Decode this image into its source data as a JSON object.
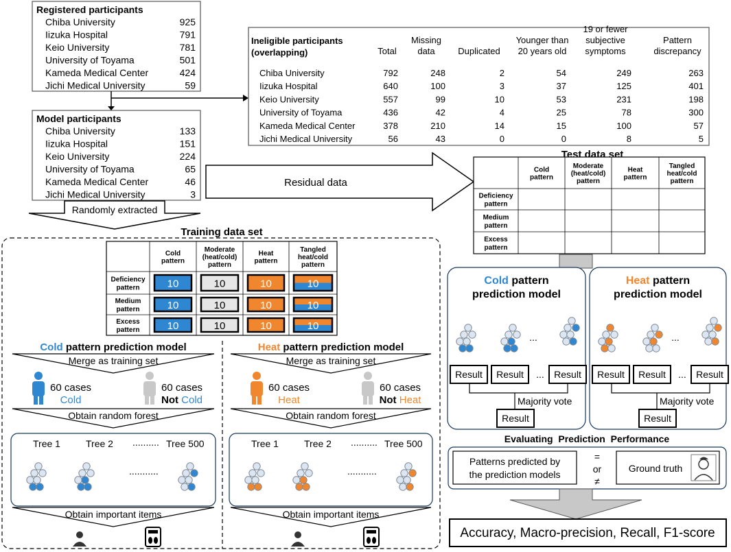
{
  "colors": {
    "cold": "#2f86d1",
    "heat": "#f0872f",
    "grey": "#c8c8c8",
    "tree_node": "#dbe6f2",
    "border": "#17365d"
  },
  "registered": {
    "title": "Registered participants",
    "rows": [
      {
        "name": "Chiba University",
        "value": "925"
      },
      {
        "name": "Iizuka Hospital",
        "value": "791"
      },
      {
        "name": "Keio University",
        "value": "781"
      },
      {
        "name": "University of Toyama",
        "value": "501"
      },
      {
        "name": "Kameda Medical Center",
        "value": "424"
      },
      {
        "name": "Jichi Medical University",
        "value": "59"
      }
    ]
  },
  "model": {
    "title": "Model participants",
    "rows": [
      {
        "name": "Chiba University",
        "value": "133"
      },
      {
        "name": "Iizuka Hospital",
        "value": "151"
      },
      {
        "name": "Keio University",
        "value": "224"
      },
      {
        "name": "University of Toyama",
        "value": "65"
      },
      {
        "name": "Kameda Medical Center",
        "value": "46"
      },
      {
        "name": "Jichi Medical University",
        "value": "3"
      }
    ]
  },
  "ineligible": {
    "title_line1": "Ineligible participants",
    "title_line2": "(overlapping)",
    "headers": [
      {
        "lines": [
          "Total"
        ]
      },
      {
        "lines": [
          "Missing",
          "data"
        ]
      },
      {
        "lines": [
          "Duplicated"
        ]
      },
      {
        "lines": [
          "Younger than",
          "20 years old"
        ]
      },
      {
        "lines": [
          "19 or fewer",
          "subjective",
          "symptoms"
        ]
      },
      {
        "lines": [
          "Pattern",
          "discrepancy"
        ]
      }
    ],
    "rows": [
      {
        "name": "Chiba University",
        "values": [
          "792",
          "248",
          "2",
          "54",
          "249",
          "263"
        ]
      },
      {
        "name": "Iizuka Hospital",
        "values": [
          "640",
          "100",
          "3",
          "37",
          "125",
          "401"
        ]
      },
      {
        "name": "Keio University",
        "values": [
          "557",
          "99",
          "10",
          "53",
          "231",
          "198"
        ]
      },
      {
        "name": "University of Toyama",
        "values": [
          "436",
          "42",
          "4",
          "25",
          "78",
          "300"
        ]
      },
      {
        "name": "Kameda Medical Center",
        "values": [
          "378",
          "210",
          "14",
          "15",
          "100",
          "57"
        ]
      },
      {
        "name": "Jichi Medical University",
        "values": [
          "56",
          "43",
          "0",
          "0",
          "8",
          "5"
        ]
      }
    ]
  },
  "grid": {
    "col_headers": [
      {
        "lines": [
          "Cold",
          "pattern"
        ]
      },
      {
        "lines": [
          "Moderate",
          "(heat/cold)",
          "pattern"
        ]
      },
      {
        "lines": [
          "Heat",
          "pattern"
        ]
      },
      {
        "lines": [
          "Tangled",
          "heat/cold",
          "pattern"
        ]
      }
    ],
    "row_headers": [
      {
        "lines": [
          "Deficiency",
          "pattern"
        ]
      },
      {
        "lines": [
          "Medium",
          "pattern"
        ]
      },
      {
        "lines": [
          "Excess",
          "pattern"
        ]
      }
    ],
    "cell_value": "10"
  },
  "flow": {
    "randomly_extracted": "Randomly extracted",
    "residual_data": "Residual data",
    "training_title": "Training data set",
    "test_title": "Test data set"
  },
  "cold_model": {
    "title_colored": "Cold",
    "title_rest": " pattern prediction model",
    "merge": "Merge as training set",
    "cases_left": "60 cases",
    "label_left": "Cold",
    "cases_right": "60 cases",
    "label_right_not": "Not",
    "label_right": "Cold",
    "forest": "Obtain random forest",
    "trees": [
      "Tree 1",
      "Tree 2",
      "Tree 500"
    ],
    "dots_top": "..........",
    "dots_mid": "...........",
    "important": "Obtain important items"
  },
  "heat_model": {
    "title_colored": "Heat",
    "title_rest": " pattern prediction model",
    "merge": "Merge as training set",
    "cases_left": "60 cases",
    "label_left": "Heat",
    "cases_right": "60 cases",
    "label_right_not": "Not",
    "label_right": "Heat",
    "forest": "Obtain random forest",
    "trees": [
      "Tree 1",
      "Tree 2",
      "Tree 500"
    ],
    "dots_top": "..........",
    "dots_mid": "...........",
    "important": "Obtain important items"
  },
  "cold_pred": {
    "colored": "Cold",
    "line1_rest": " pattern",
    "line2": "prediction model"
  },
  "heat_pred": {
    "colored": "Heat",
    "line1_rest": " pattern",
    "line2": "prediction model"
  },
  "result": "Result",
  "ellipsis": "...",
  "majority_vote": "Majority vote",
  "evaluating": "Evaluating  Prediction  Performance",
  "predicted_line1": "Patterns predicted by",
  "predicted_line2": "the prediction models",
  "eq": "=",
  "or": "or",
  "neq": "≠",
  "ground_truth": "Ground truth",
  "metrics": "Accuracy, Macro-precision, Recall, F1-score"
}
